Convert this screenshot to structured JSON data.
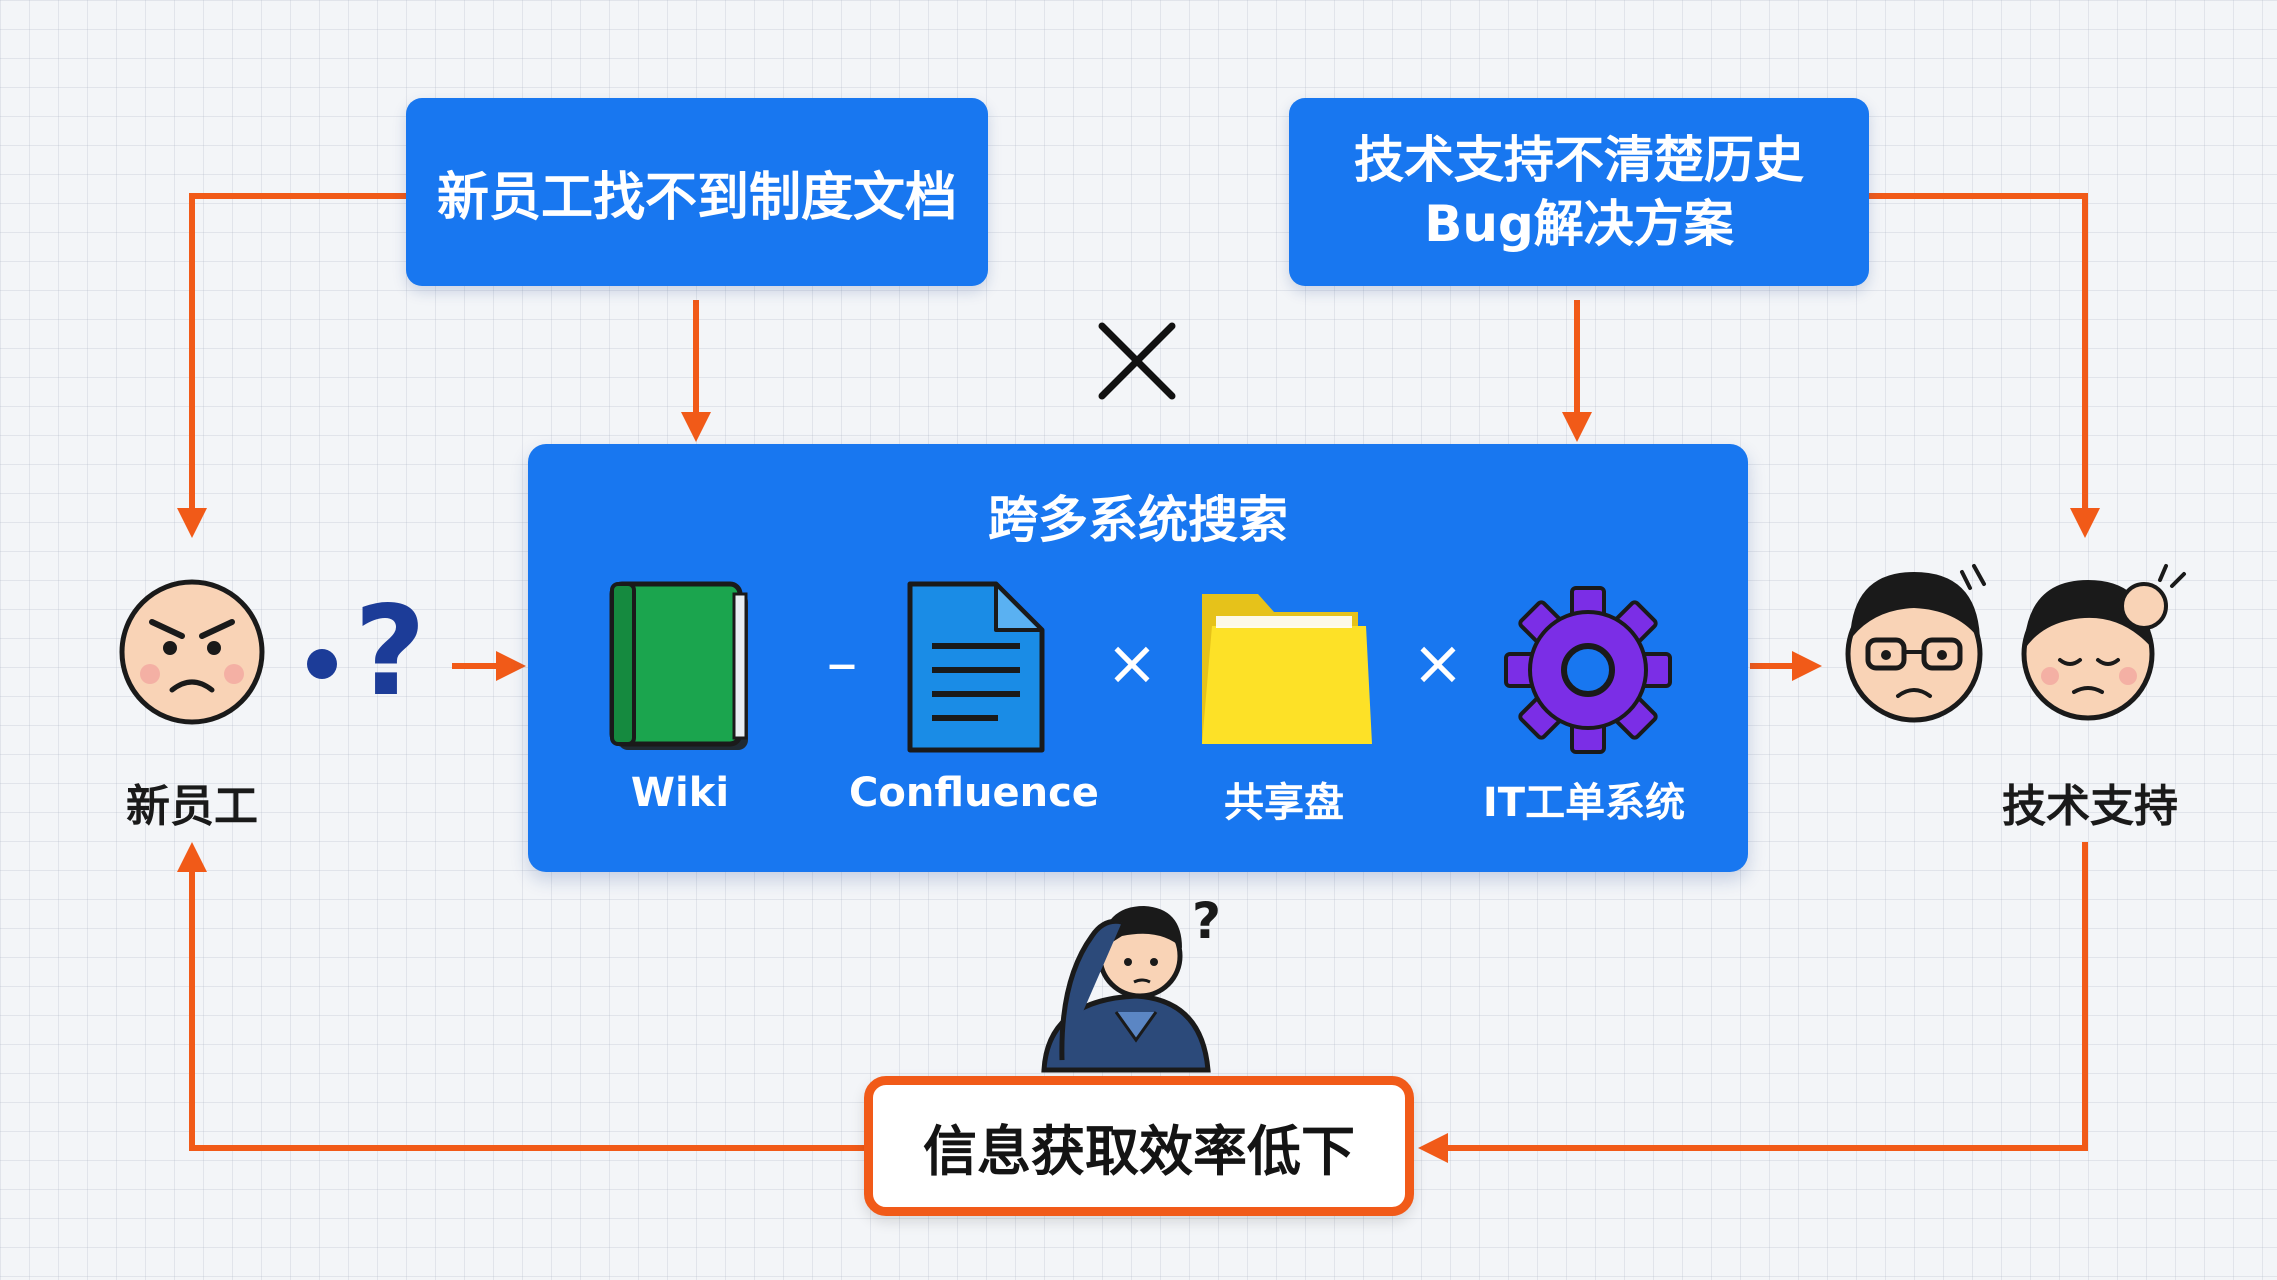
{
  "top_left_box": {
    "label": "新员工找不到制度文档"
  },
  "top_right_box": {
    "label": "技术支持不清楚历史\nBug解决方案"
  },
  "center_panel": {
    "title": "跨多系统搜索",
    "systems": [
      {
        "label": "Wiki",
        "icon": "green-book-icon"
      },
      {
        "label": "Confluence",
        "icon": "document-icon"
      },
      {
        "label": "共享盘",
        "icon": "folder-icon"
      },
      {
        "label": "IT工单系统",
        "icon": "gear-icon"
      }
    ],
    "separators": [
      "–",
      "×",
      "×"
    ]
  },
  "people": {
    "new_employee": {
      "label": "新员工",
      "icon": "angry-face-icon"
    },
    "tech_support": {
      "label": "技术支持",
      "icon": "tired-faces-icon"
    }
  },
  "confused_marker": "?",
  "bottom_box": {
    "label": "信息获取效率低下"
  },
  "colors": {
    "primary_blue": "#1877f0",
    "arrow_orange": "#f15a18",
    "question_navy": "#1c3c98"
  }
}
